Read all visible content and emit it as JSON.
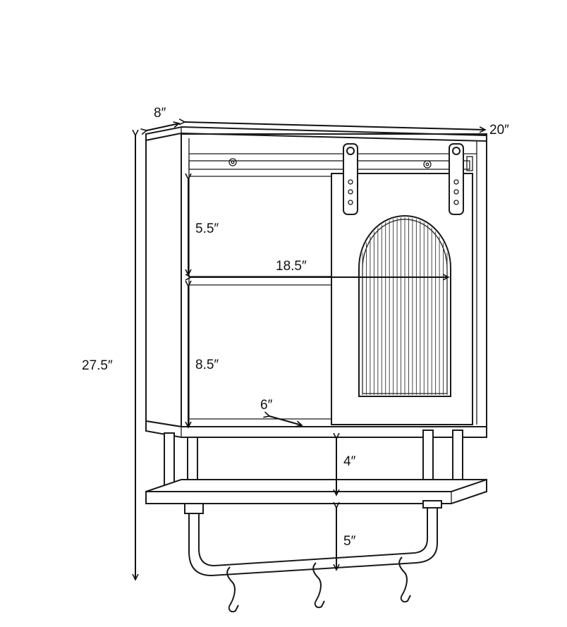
{
  "diagram": {
    "dimensions": {
      "depth": "8″",
      "width": "20″",
      "height": "27.5″",
      "upper_shelf_gap": "5.5″",
      "lower_shelf_gap": "8.5″",
      "inner_width": "18.5″",
      "inner_depth": "6″",
      "leg_gap": "4″",
      "towel_bar_drop": "5″"
    },
    "colors": {
      "line": "#1a1a1a",
      "background": "#ffffff"
    },
    "parts": {
      "hooks": 3,
      "flute_strips": 22
    }
  }
}
